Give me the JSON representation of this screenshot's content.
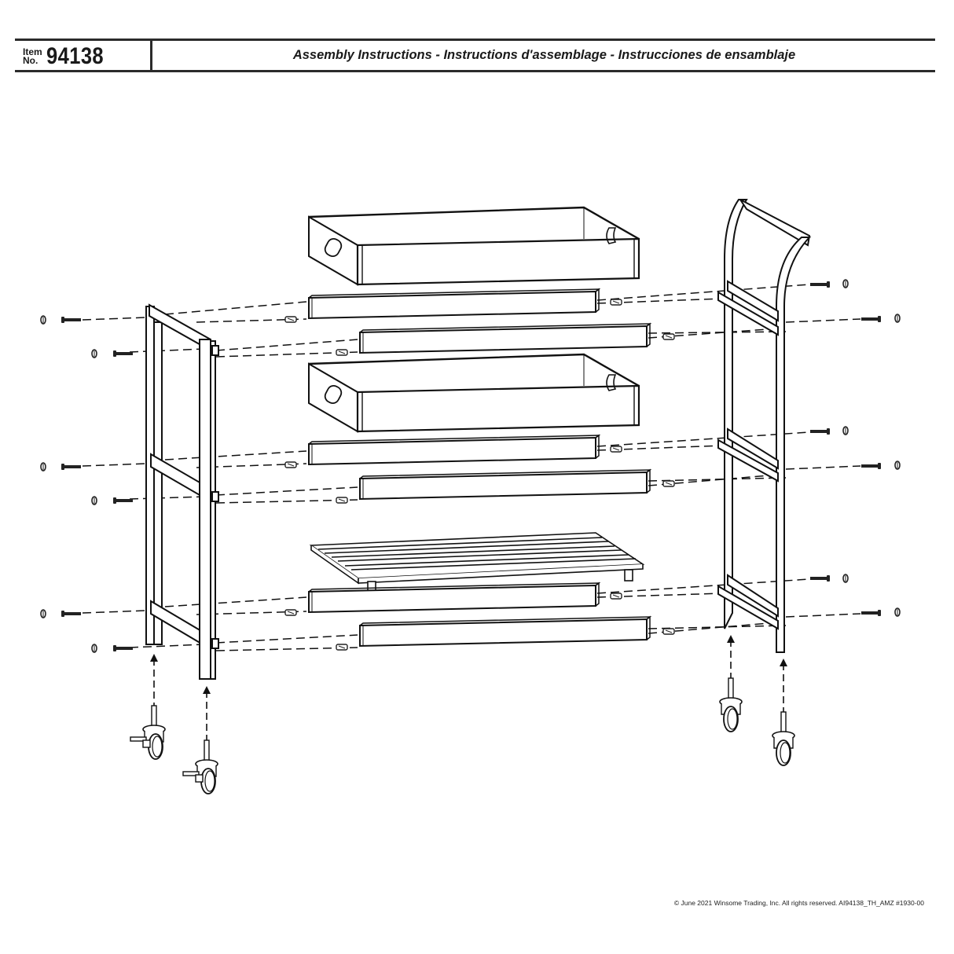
{
  "header": {
    "item_label_line1": "Item",
    "item_label_line2": "No.",
    "item_number": "94138",
    "title": "Assembly Instructions - Instructions d'assemblage - Instrucciones de ensamblaje"
  },
  "diagram": {
    "description": "Exploded view of a 3-tier rolling kitchen cart",
    "parts": [
      {
        "name": "top-tray",
        "count": 1,
        "features": [
          "handle cutouts on both ends"
        ]
      },
      {
        "name": "middle-tray",
        "count": 1,
        "features": [
          "handle cutouts on both ends"
        ]
      },
      {
        "name": "slatted-bottom-shelf",
        "count": 1,
        "slats": 8
      },
      {
        "name": "side-rail",
        "count": 6
      },
      {
        "name": "left-side-frame",
        "count": 1,
        "crossbars": 3
      },
      {
        "name": "right-side-frame-with-handle",
        "count": 1,
        "crossbars": 3
      },
      {
        "name": "bolt",
        "count": 12
      },
      {
        "name": "washer",
        "count": 12
      },
      {
        "name": "wooden-dowel",
        "count": 12
      },
      {
        "name": "locking-caster",
        "count": 2
      },
      {
        "name": "non-locking-caster",
        "count": 2
      }
    ]
  },
  "footer": {
    "copyright": "© June 2021  Winsome Trading, Inc.  All rights reserved.  AI94138_TH_AMZ  #1930-00"
  }
}
